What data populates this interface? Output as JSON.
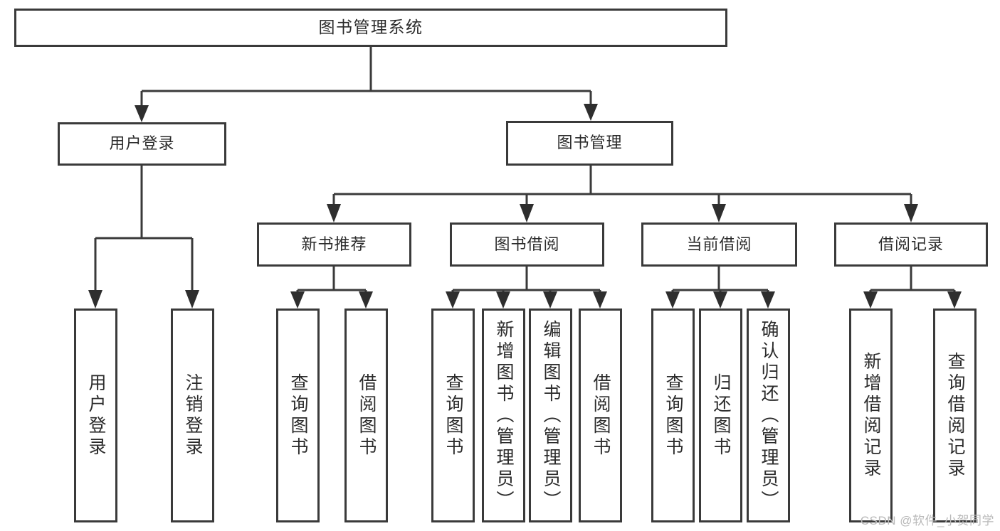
{
  "diagram": {
    "title": "图书管理系统",
    "type": "tree",
    "watermark": "CSDN @软件_小贺同学",
    "colors": {
      "stroke": "#3a3a3a",
      "arrowhead": "#2e2e2e",
      "box_fill": "#ffffff",
      "text": "#2b2b2b",
      "background": "#ffffff",
      "watermark": "#b9b9b9"
    },
    "nodes": {
      "root": {
        "label": "图书管理系统"
      },
      "tier2": [
        {
          "label": "用户登录"
        },
        {
          "label": "图书管理"
        }
      ],
      "tier3": [
        {
          "label": "新书推荐"
        },
        {
          "label": "图书借阅"
        },
        {
          "label": "当前借阅"
        },
        {
          "label": "借阅记录"
        }
      ],
      "leaves": {
        "user_login": [
          {
            "label": "用户登录"
          },
          {
            "label": "注销登录"
          }
        ],
        "new_book": [
          {
            "label": "查询图书"
          },
          {
            "label": "借阅图书"
          }
        ],
        "borrow": [
          {
            "label": "查询图书"
          },
          {
            "label": "新增图书（管理员）"
          },
          {
            "label": "编辑图书（管理员）"
          },
          {
            "label": "借阅图书"
          }
        ],
        "current": [
          {
            "label": "查询图书"
          },
          {
            "label": "归还图书"
          },
          {
            "label": "确认归还（管理员）"
          }
        ],
        "records": [
          {
            "label": "新增借阅记录"
          },
          {
            "label": "查询借阅记录"
          }
        ]
      }
    }
  }
}
